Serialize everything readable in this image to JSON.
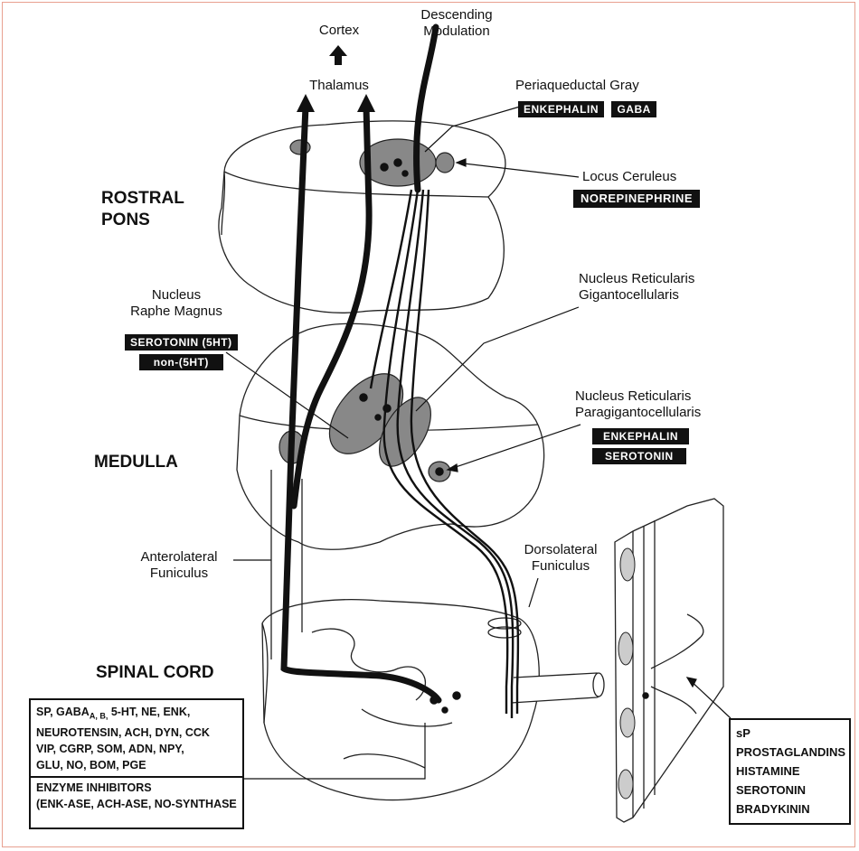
{
  "labels": {
    "cortex": "Cortex",
    "thalamus": "Thalamus",
    "descending_modulation": [
      "Descending",
      "Modulation"
    ],
    "periaqueductal_gray": "Periaqueductal Gray",
    "locus_ceruleus": "Locus Ceruleus",
    "nrg": [
      "Nucleus Reticularis",
      "Gigantocellularis"
    ],
    "nrm": [
      "Nucleus",
      "Raphe Magnus"
    ],
    "nrpg": [
      "Nucleus Reticularis",
      "Paragigantocellularis"
    ],
    "anterolateral": [
      "Anterolateral",
      "Funiculus"
    ],
    "dorsolateral": [
      "Dorsolateral",
      "Funiculus"
    ]
  },
  "regions": {
    "rostral_pons": [
      "ROSTRAL",
      "PONS"
    ],
    "medulla": "MEDULLA",
    "spinal_cord": "SPINAL CORD"
  },
  "chips": {
    "pag": [
      "ENKEPHALIN",
      "GABA"
    ],
    "lc": [
      "NOREPINEPHRINE"
    ],
    "nrm": [
      "SEROTONIN (5HT)",
      "non-(5HT)"
    ],
    "nrpg": [
      "ENKEPHALIN",
      "SEROTONIN"
    ]
  },
  "spinal_box": {
    "line1_pre": "SP,  GABA",
    "line1_sub": "A, B,",
    "line1_post": "  5-HT,  NE,  ENK,",
    "line2": "NEUROTENSIN,  ACH,  DYN,  CCK",
    "line3": "VIP,  CGRP,  SOM,  ADN,  NPY,",
    "line4": "GLU,  NO,  BOM,  PGE",
    "line5": "ENZYME INHIBITORS",
    "line6": "(ENK-ASE, ACH-ASE, NO-SYNTHASE"
  },
  "periphery_box": [
    "sP",
    "PROSTAGLANDINS",
    "HISTAMINE",
    "SEROTONIN",
    "BRADYKININ"
  ]
}
